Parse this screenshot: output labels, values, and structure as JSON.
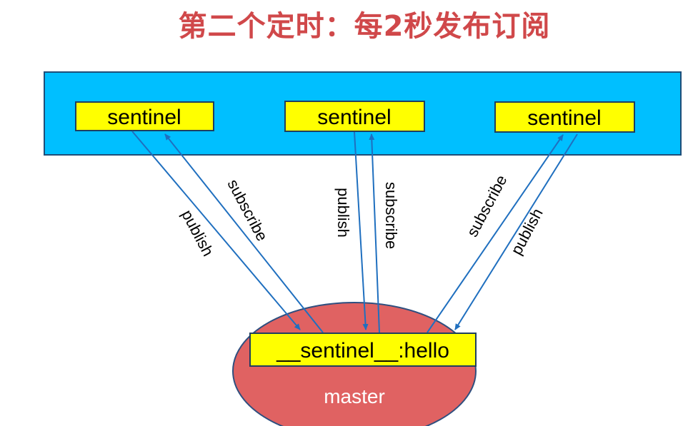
{
  "title": "第二个定时：每2秒发布订阅",
  "sentinels": [
    {
      "label": "sentinel"
    },
    {
      "label": "sentinel"
    },
    {
      "label": "sentinel"
    }
  ],
  "channel": {
    "label": "__sentinel__:hello"
  },
  "master": {
    "label": "master"
  },
  "arrows": [
    {
      "label": "publish"
    },
    {
      "label": "subscribe"
    },
    {
      "label": "publish"
    },
    {
      "label": "subscribe"
    },
    {
      "label": "subscribe"
    },
    {
      "label": "publish"
    }
  ],
  "colors": {
    "title": "#d0484a",
    "group": "#00bfff",
    "box": "#ffff00",
    "master": "#e06262",
    "arrow": "#1f6fbf"
  }
}
